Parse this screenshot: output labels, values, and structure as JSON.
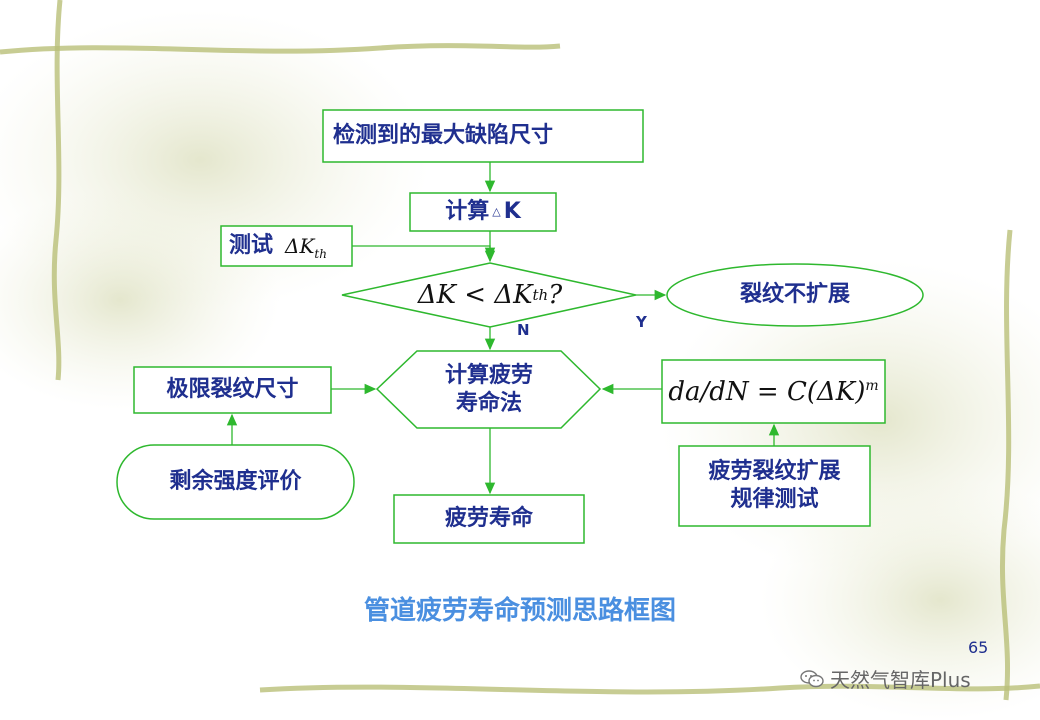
{
  "nodes": {
    "detect_size": "检测到的最大缺陷尺寸",
    "calc_dk": "计算",
    "calc_dk_delta": "△",
    "calc_dk_k": "K",
    "test": "测试",
    "test_formula": "ΔK",
    "test_formula_sub": "th",
    "decision_formula": "ΔK < ΔK",
    "decision_sub": "th",
    "decision_q": "?",
    "no_growth": "裂纹不扩展",
    "calc_life_1": "计算疲劳",
    "calc_life_2": "寿命法",
    "limit_crack": "极限裂纹尺寸",
    "residual": "剩余强度评价",
    "fatigue_life": "疲劳寿命",
    "paris_law": "da/dN = C(ΔK)",
    "paris_exp": "m",
    "growth_test_1": "疲劳裂纹扩展",
    "growth_test_2": "规律测试"
  },
  "branch": {
    "yes": "Y",
    "no": "N"
  },
  "caption": "管道疲劳寿命预测思路框图",
  "page_number": "65",
  "watermark": "天然气智库Plus",
  "colors": {
    "box_stroke": "#2eb82e",
    "text": "#1f2f8f",
    "caption": "#4a8fe0",
    "decor": "#a9b06a"
  },
  "icons": {
    "watermark": "wechat-icon"
  }
}
